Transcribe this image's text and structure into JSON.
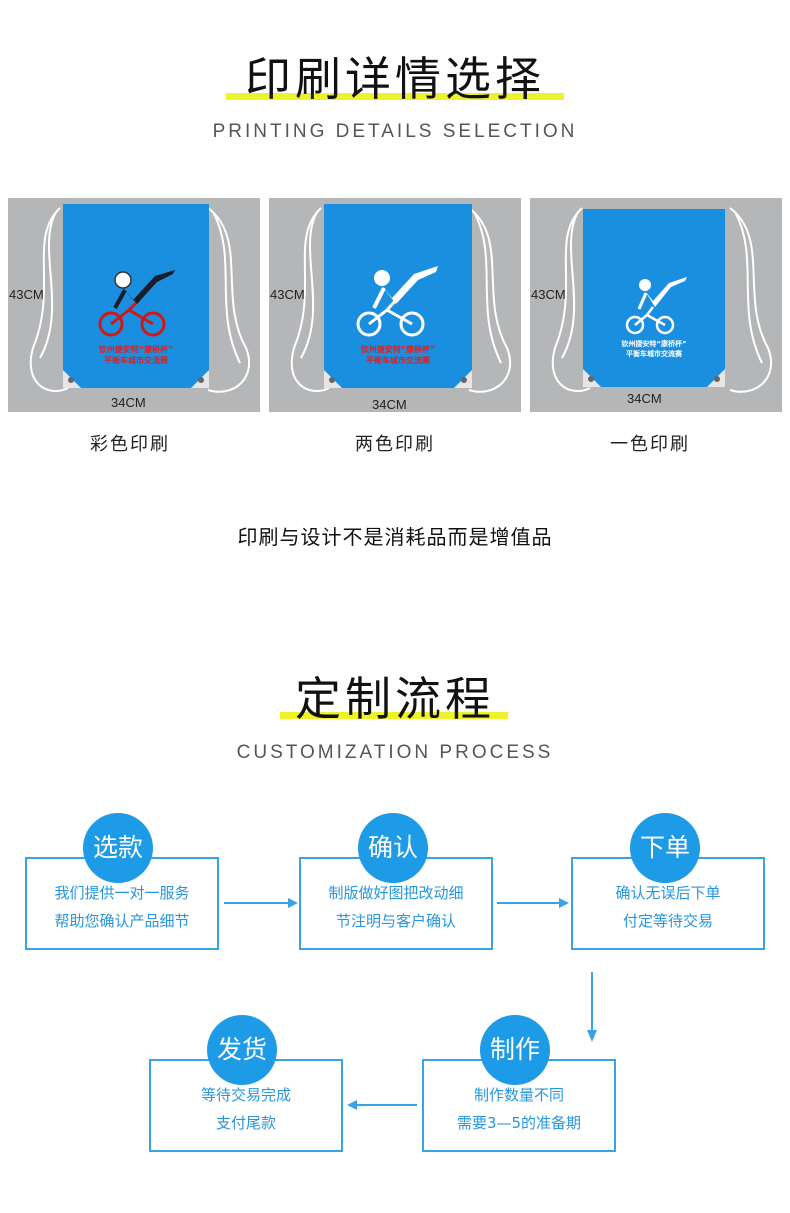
{
  "section1": {
    "title": "印刷详情选择",
    "subtitle": "PRINTING DETAILS SELECTION",
    "options": [
      {
        "caption": "彩色印刷",
        "height_label": "43CM",
        "width_label": "34CM",
        "bag_text_line1": "钦州捷安特“康桥杯”",
        "bag_text_line2": "平衡车城市交流赛",
        "text_color": "#e02020"
      },
      {
        "caption": "两色印刷",
        "height_label": "43CM",
        "width_label": "34CM",
        "bag_text_line1": "钦州捷安特“康桥杯”",
        "bag_text_line2": "平衡车城市交流赛",
        "text_color": "#e02020"
      },
      {
        "caption": "一色印刷",
        "height_label": "43CM",
        "width_label": "34CM",
        "bag_text_line1": "钦州捷安特“康桥杯”",
        "bag_text_line2": "平衡车城市交流赛",
        "text_color": "#ffffff"
      }
    ],
    "slogan": "印刷与设计不是消耗品而是增值品"
  },
  "section2": {
    "title": "定制流程",
    "subtitle": "CUSTOMIZATION PROCESS",
    "steps": [
      {
        "label": "选款",
        "line1": "我们提供一对一服务",
        "line2": "帮助您确认产品细节"
      },
      {
        "label": "确认",
        "line1": "制版做好图把改动细",
        "line2": "节注明与客户确认"
      },
      {
        "label": "下单",
        "line1": "确认无误后下单",
        "line2": "付定等待交易"
      },
      {
        "label": "制作",
        "line1": "制作数量不同",
        "line2": "需要3—5的准备期"
      },
      {
        "label": "发货",
        "line1": "等待交易完成",
        "line2": "支付尾款"
      }
    ]
  },
  "colors": {
    "accent_blue": "#1e9be6",
    "highlight_yellow": "#eef22a",
    "bag_blue": "#1a8fe0",
    "panel_gray": "#b5b6b8"
  }
}
